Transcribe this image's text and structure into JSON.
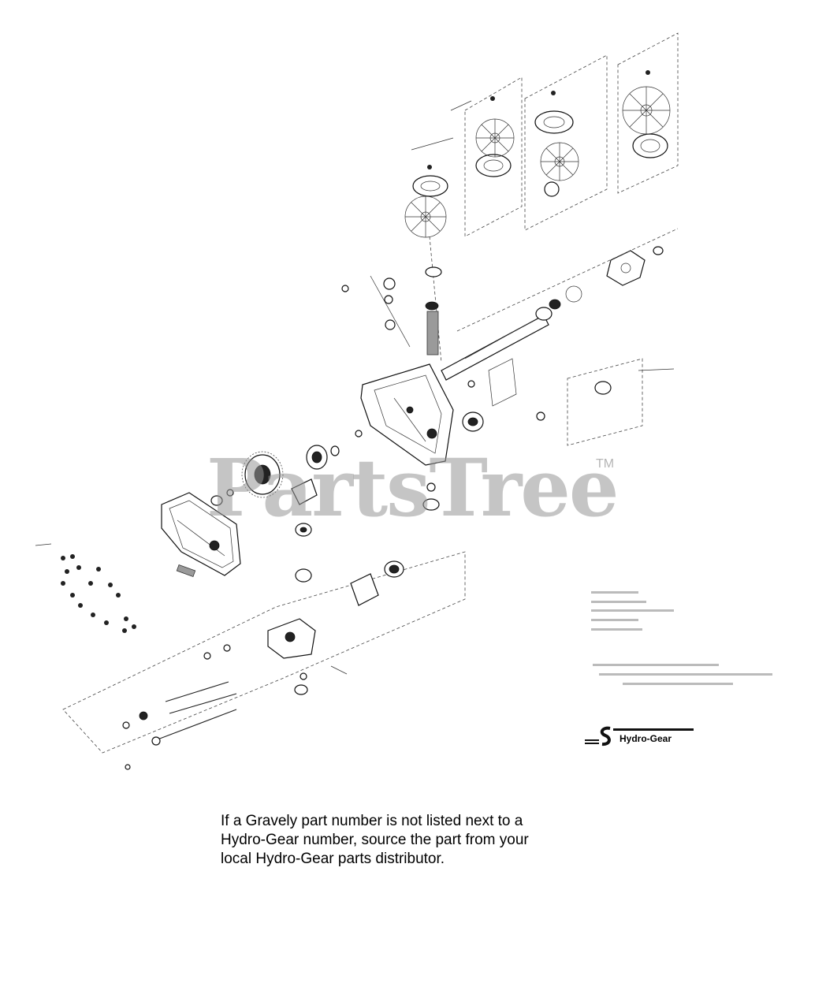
{
  "watermark": {
    "text": "PartsTree",
    "tm": "TM"
  },
  "brand": {
    "logo_text": "Hydro-Gear"
  },
  "note": {
    "lines": [
      "If a Gravely part number is not listed next to a",
      "Hydro-Gear number, source the part from your",
      "local Hydro-Gear parts distributor."
    ]
  }
}
